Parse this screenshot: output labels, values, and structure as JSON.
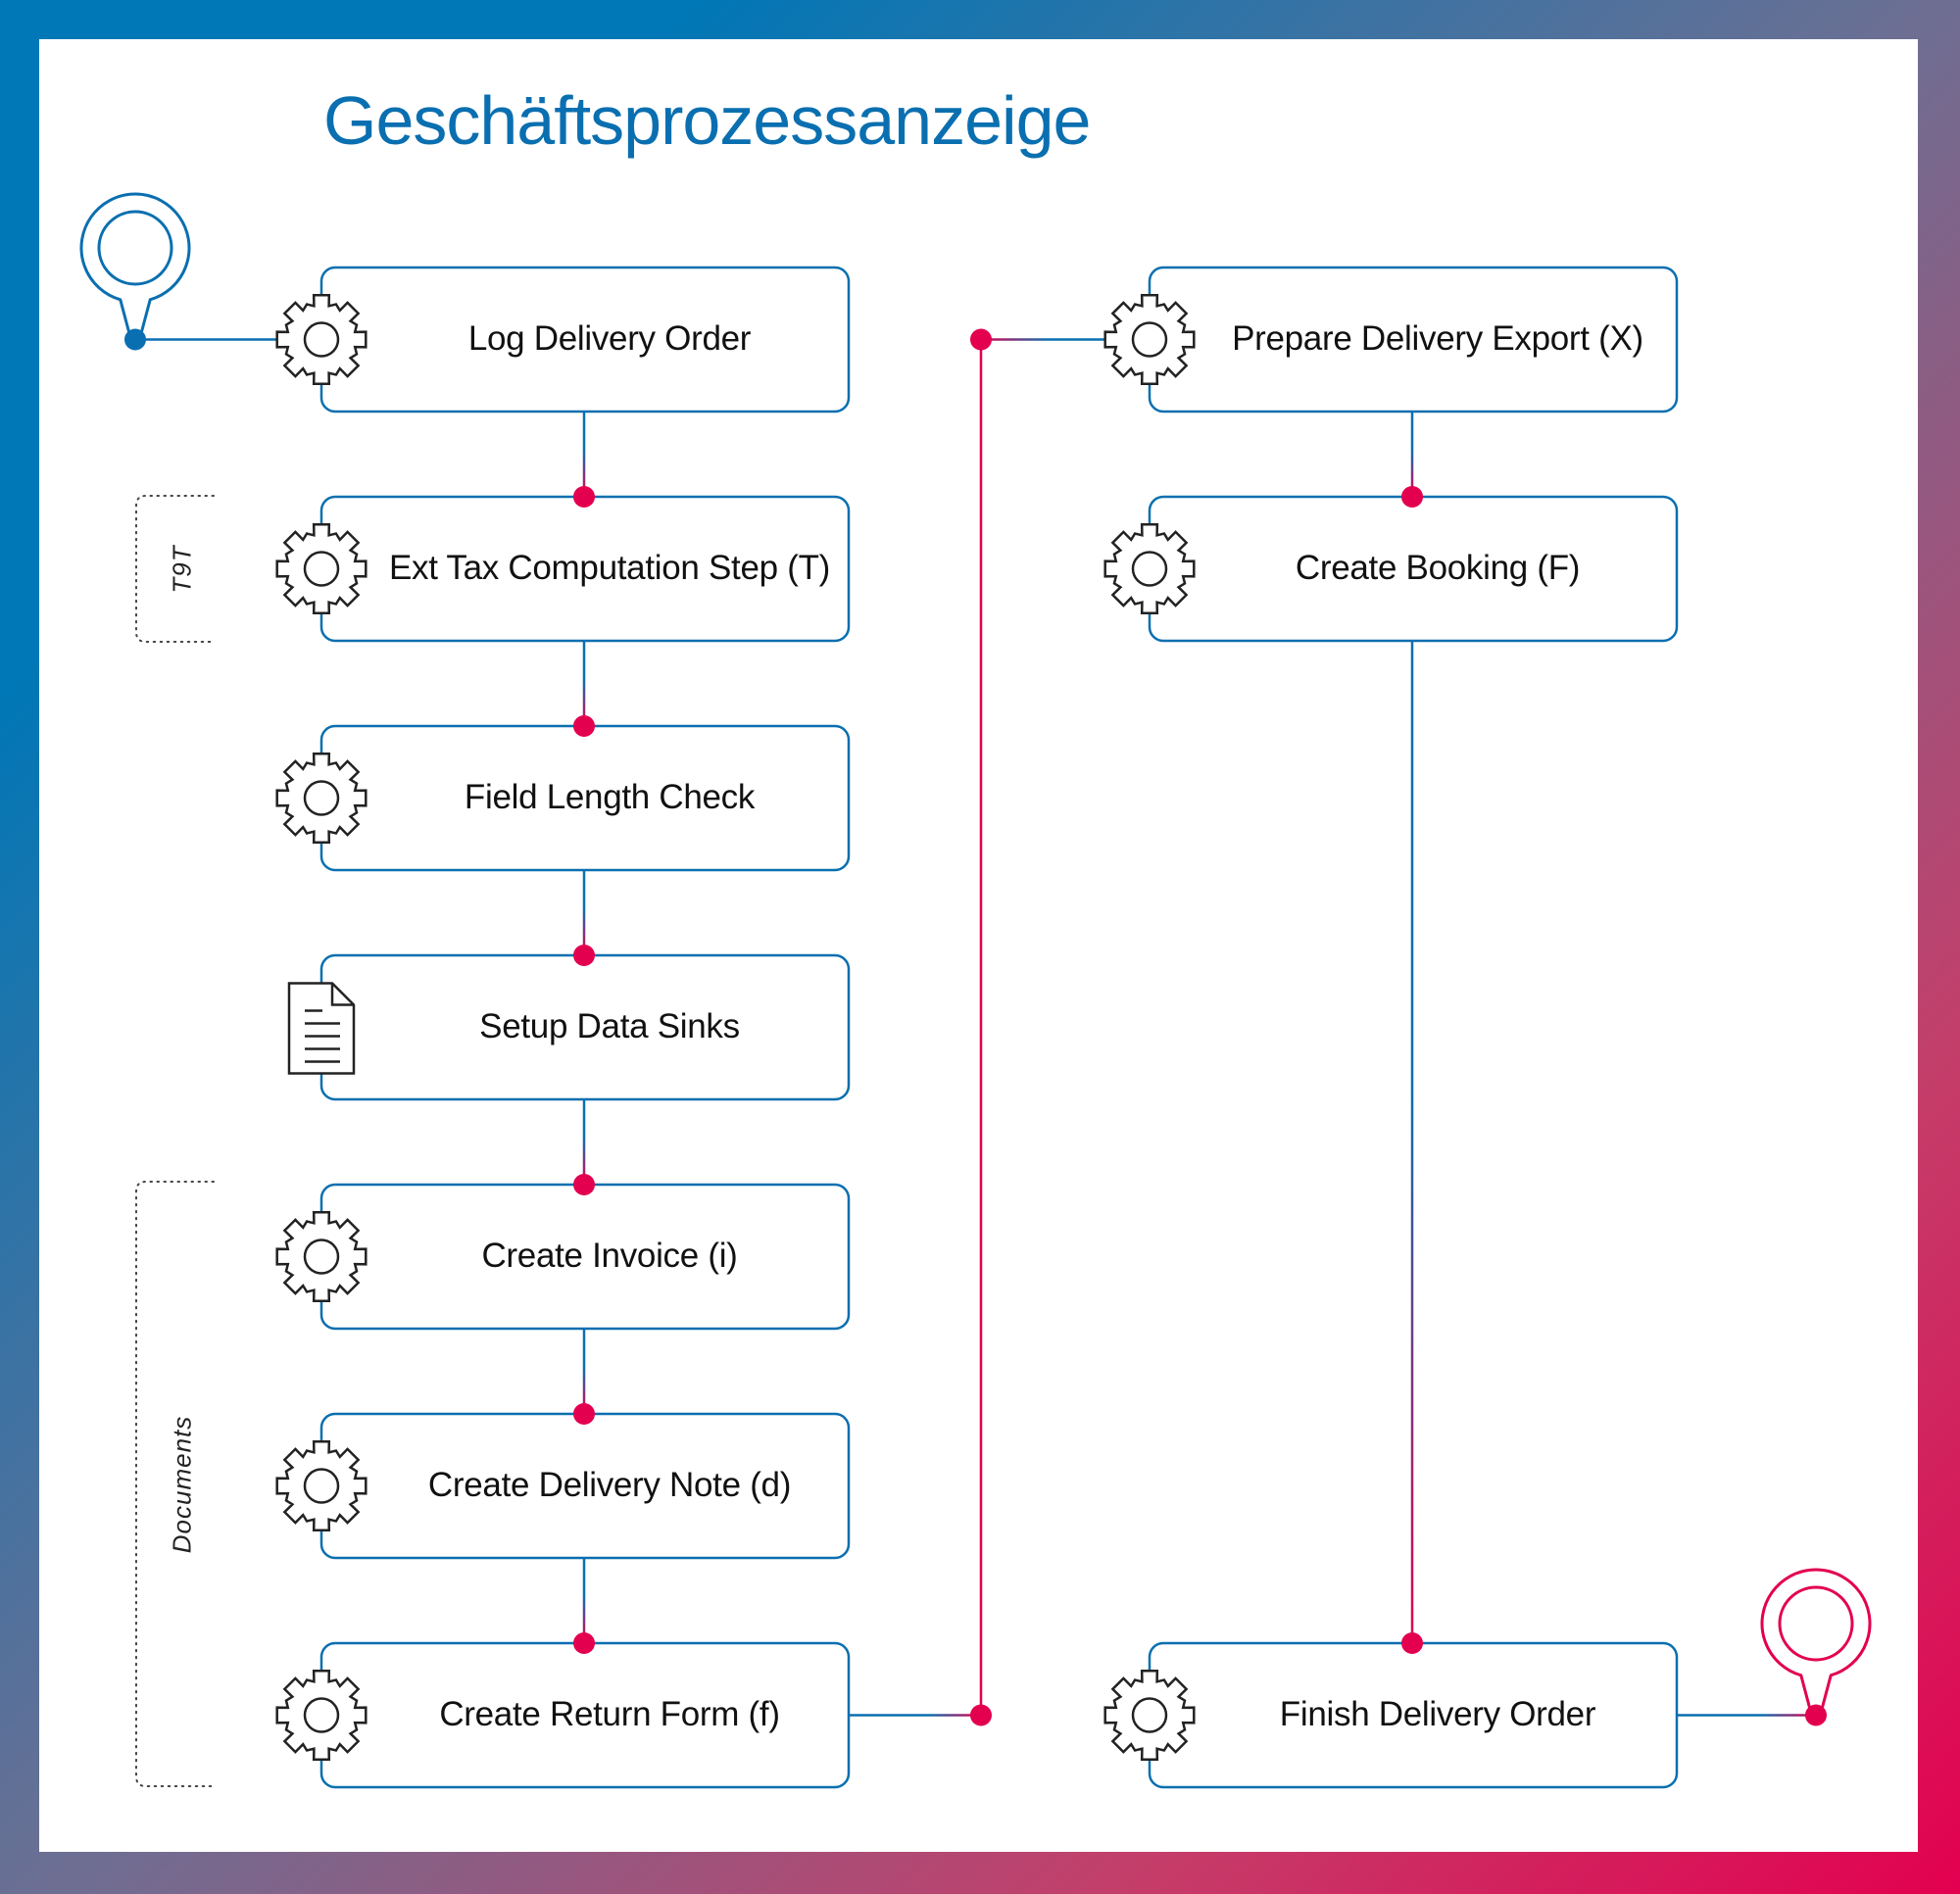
{
  "title": "Geschäftsprozessanzeige",
  "colors": {
    "frame_start": "#0077b6",
    "frame_end": "#e3004f",
    "box_border": "#0a6fb0",
    "connector_blue": "#0a6fb0",
    "connector_pink": "#e3004f",
    "title": "#0a6fb0"
  },
  "start_event": {
    "icon": "start-marker-icon",
    "color": "#0a6fb0"
  },
  "end_event": {
    "icon": "end-marker-icon",
    "color": "#e3004f"
  },
  "groups": [
    {
      "label": "T9T",
      "members": [
        "Ext Tax Computation Step (T)"
      ]
    },
    {
      "label": "Documents",
      "members": [
        "Create Invoice (i)",
        "Create Delivery Note (d)",
        "Create Return Form (f)"
      ]
    }
  ],
  "steps": [
    {
      "id": "s1",
      "label": "Log Delivery Order",
      "icon": "gear-icon",
      "column": 0,
      "row": 0
    },
    {
      "id": "s2",
      "label": "Ext Tax Computation Step (T)",
      "icon": "gear-icon",
      "column": 0,
      "row": 1
    },
    {
      "id": "s3",
      "label": "Field Length Check",
      "icon": "gear-icon",
      "column": 0,
      "row": 2
    },
    {
      "id": "s4",
      "label": "Setup Data Sinks",
      "icon": "document-icon",
      "column": 0,
      "row": 3
    },
    {
      "id": "s5",
      "label": "Create Invoice (i)",
      "icon": "gear-icon",
      "column": 0,
      "row": 4
    },
    {
      "id": "s6",
      "label": "Create Delivery Note (d)",
      "icon": "gear-icon",
      "column": 0,
      "row": 5
    },
    {
      "id": "s7",
      "label": "Create Return Form (f)",
      "icon": "gear-icon",
      "column": 0,
      "row": 6
    },
    {
      "id": "s8",
      "label": "Prepare Delivery Export (X)",
      "icon": "gear-icon",
      "column": 1,
      "row": 0
    },
    {
      "id": "s9",
      "label": "Create Booking (F)",
      "icon": "gear-icon",
      "column": 1,
      "row": 1
    },
    {
      "id": "s10",
      "label": "Finish Delivery Order",
      "icon": "gear-icon",
      "column": 1,
      "row": 6
    }
  ],
  "flow": [
    "start",
    "s1",
    "s2",
    "s3",
    "s4",
    "s5",
    "s6",
    "s7",
    "s8",
    "s9",
    "s10",
    "end"
  ]
}
